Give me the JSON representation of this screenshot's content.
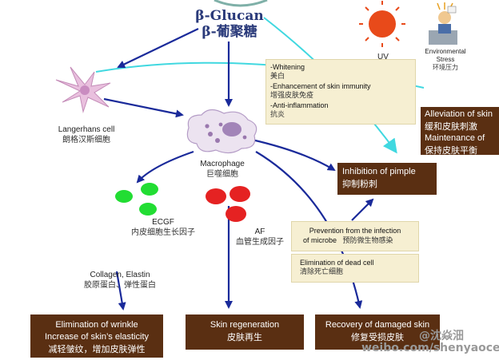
{
  "title": {
    "en": "β-Glucan",
    "zh": "β-葡聚糖"
  },
  "cells": {
    "langerhans": {
      "en": "Langerhans cell",
      "zh": "朗格汉斯细胞"
    },
    "macrophage": {
      "en": "Macrophage",
      "zh": "巨噬细胞"
    }
  },
  "factors": {
    "ecgf": {
      "en": "ECGF",
      "zh": "内皮细胞生长因子"
    },
    "af": {
      "en": "AF",
      "zh": "血管生成因子"
    },
    "collagen": {
      "en": "Collagen, Elastin",
      "zh": "胶原蛋白、弹性蛋白"
    }
  },
  "external": {
    "uv": "UV",
    "stress": {
      "en1": "Environmental",
      "en2": "Stress",
      "zh": "环境压力"
    }
  },
  "effects_box": {
    "whitening": {
      "en": "-Whitening",
      "zh": "美白"
    },
    "immunity": {
      "en": "-Enhancement of  skin immunity",
      "zh": "增强皮肤免疫"
    },
    "antiinflam": {
      "en": "-Anti-inflammation",
      "zh": "抗炎"
    }
  },
  "alleviation_box": {
    "line1_en": "Alleviation of skin",
    "line1_zh": "缓和皮肤刺激",
    "line2_en": "Maintenance of",
    "line2_zh": "保持皮肤平衡"
  },
  "pimple_box": {
    "en": "Inhibition of pimple",
    "zh": "抑制粉刺"
  },
  "microbe_box": {
    "en1": "Prevention from the infection",
    "en2": "of microbe",
    "zh": "预防微生物感染"
  },
  "deadcell_box": {
    "en": "Elimination of dead cell",
    "zh": "清除死亡细胞"
  },
  "bottom_boxes": {
    "wrinkle": {
      "en1": "Elimination of wrinkle",
      "en2": "Increase of skin’s elasticity",
      "zh": "减轻皱纹，增加皮肤弹性"
    },
    "regeneration": {
      "en": "Skin regeneration",
      "zh": "皮肤再生"
    },
    "recovery": {
      "en": "Recovery of damaged skin",
      "zh": "修复受损皮肤"
    }
  },
  "watermark": {
    "handle": "@沈焱沺",
    "url": "weibo.com/shenyaocen"
  },
  "colors": {
    "arrow_blue": "#1a2a9a",
    "arrow_cyan": "#40d8e0",
    "title_blue": "#2a3a7a",
    "dark_box": "#5a2f12",
    "beige_box": "#f6efd2",
    "red_cell": "#e52222",
    "green_cell": "#22dd33"
  }
}
